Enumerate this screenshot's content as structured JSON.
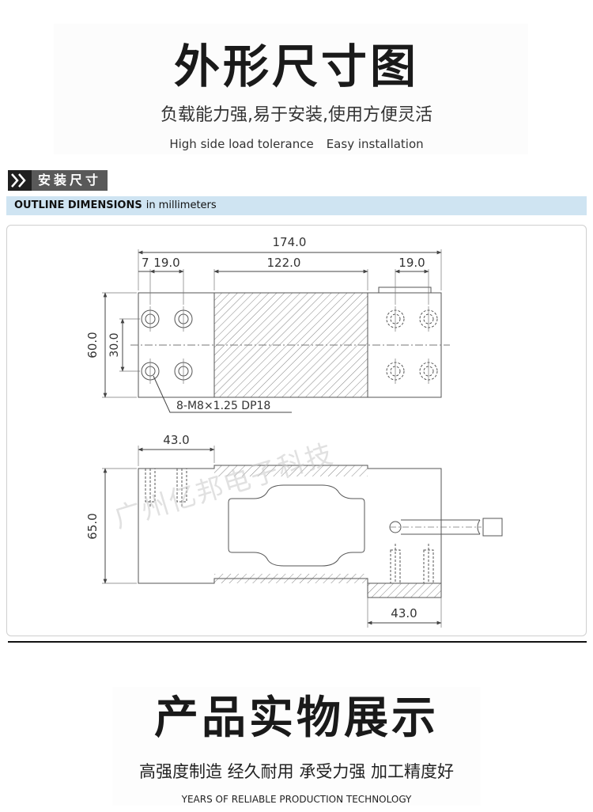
{
  "header": {
    "title": "外形尺寸图",
    "subtitle": "负载能力强,易于安装,使用方便灵活",
    "features_en": [
      "High side load tolerance",
      "Easy installation"
    ]
  },
  "section_badge": {
    "label": "安装尺寸",
    "icon": "double-chevron-icon"
  },
  "outline_band": {
    "bold": "OUTLINE DIMENSIONS",
    "normal": "in millimeters",
    "color": "#cfe4f2"
  },
  "drawing": {
    "top_view": {
      "overall_length": "174.0",
      "dims_top": [
        "7",
        "19.0",
        "122.0",
        "19.0"
      ],
      "height": "60.0",
      "hole_spacing": "30.0",
      "hole_callout": "8-M8×1.25 DP18"
    },
    "side_view": {
      "top_left_mount": "43.0",
      "height": "65.0",
      "bottom_right_mount": "43.0"
    },
    "watermark": "广州亿邦电子科技"
  },
  "footer": {
    "title": "产品实物展示",
    "subtitle": "高强度制造 经久耐用 承受力强 加工精度好",
    "tagline": "YEARS OF RELIABLE PRODUCTION TECHNOLOGY"
  },
  "colors": {
    "line": "#555555",
    "dim": "#444444",
    "band": "#cfe4f2",
    "badge_dark": "#1f1f1f",
    "badge_grey": "#595959"
  }
}
